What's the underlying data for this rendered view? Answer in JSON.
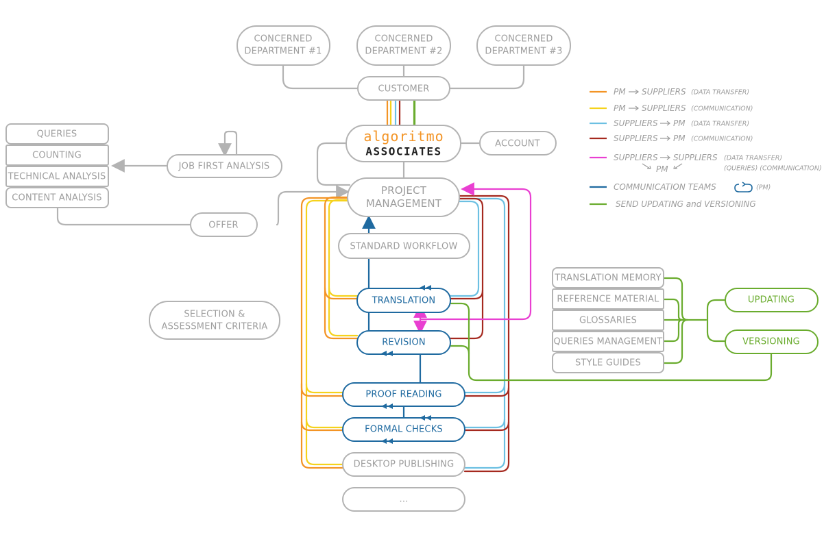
{
  "colors": {
    "gray": "#b3b3b3",
    "gray_text": "#9d9d9d",
    "orange": "#f39425",
    "yellow": "#f5d21c",
    "light_blue": "#6cc0e2",
    "dark_red": "#a5291f",
    "magenta": "#e93fd1",
    "dark_blue": "#1f6aa0",
    "green": "#6aac2e"
  },
  "departments": [
    {
      "line1": "CONCERNED",
      "line2": "DEPARTMENT #1"
    },
    {
      "line1": "CONCERNED",
      "line2": "DEPARTMENT #2"
    },
    {
      "line1": "CONCERNED",
      "line2": "DEPARTMENT #3"
    }
  ],
  "customer": "CUSTOMER",
  "logo": {
    "top": "algoritmo",
    "bottom": "ASSOCIATES"
  },
  "account": "ACCOUNT",
  "left_boxes": [
    "QUERIES",
    "COUNTING",
    "TECHNICAL ANALYSIS",
    "CONTENT ANALYSIS"
  ],
  "job_first_analysis": "JOB FIRST ANALYSIS",
  "offer": "OFFER",
  "project_management": {
    "line1": "PROJECT",
    "line2": "MANAGEMENT"
  },
  "standard_workflow": "STANDARD WORKFLOW",
  "selection_criteria": {
    "line1": "SELECTION &",
    "line2": "ASSESSMENT CRITERIA"
  },
  "workflow_steps": {
    "translation": "TRANSLATION",
    "revision": "REVISION",
    "proof_reading": "PROOF READING",
    "formal_checks": "FORMAL CHECKS",
    "desktop_publishing": "DESKTOP PUBLISHING",
    "more": "..."
  },
  "resources": [
    "TRANSLATION MEMORY",
    "REFERENCE MATERIAL",
    "GLOSSARIES",
    "QUERIES MANAGEMENT",
    "STYLE GUIDES"
  ],
  "updating": "UPDATING",
  "versioning": "VERSIONING",
  "legend": {
    "pm": "PM",
    "suppliers": "SUPPLIERS",
    "data_transfer": "(DATA TRANSFER)",
    "communication": "(COMMUNICATION)",
    "queries_communication": "(QUERIES) (COMMUNICATION)",
    "communication_teams": "COMMUNICATION TEAMS",
    "pm_paren": "(PM)",
    "send_updating": "SEND UPDATING and VERSIONING"
  }
}
